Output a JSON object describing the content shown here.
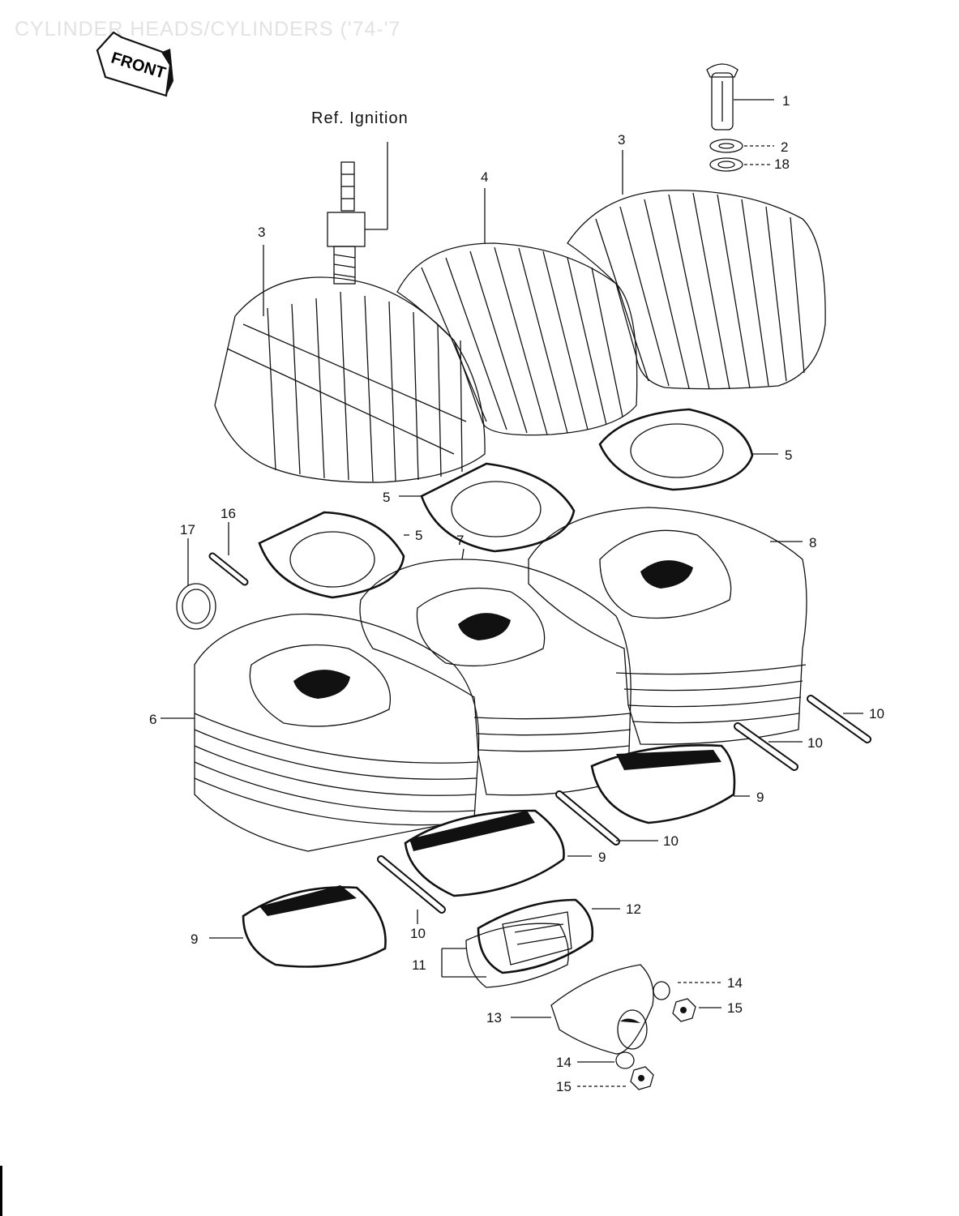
{
  "header": {
    "title": "CYLINDER HEADS/CYLINDERS ('74-'7",
    "front_label": "FRONT",
    "reference_note": "Ref. Ignition"
  },
  "callouts": [
    {
      "id": "c1",
      "text": "1"
    },
    {
      "id": "c2",
      "text": "2"
    },
    {
      "id": "c18",
      "text": "18"
    },
    {
      "id": "c3a",
      "text": "3"
    },
    {
      "id": "c3b",
      "text": "3"
    },
    {
      "id": "c4",
      "text": "4"
    },
    {
      "id": "c5a",
      "text": "5"
    },
    {
      "id": "c5b",
      "text": "5"
    },
    {
      "id": "c5c",
      "text": "5"
    },
    {
      "id": "c16",
      "text": "16"
    },
    {
      "id": "c17",
      "text": "17"
    },
    {
      "id": "c7",
      "text": "7"
    },
    {
      "id": "c8",
      "text": "8"
    },
    {
      "id": "c6",
      "text": "6"
    },
    {
      "id": "c10a",
      "text": "10"
    },
    {
      "id": "c10b",
      "text": "10"
    },
    {
      "id": "c10c",
      "text": "10"
    },
    {
      "id": "c10d",
      "text": "10"
    },
    {
      "id": "c9a",
      "text": "9"
    },
    {
      "id": "c9b",
      "text": "9"
    },
    {
      "id": "c9c",
      "text": "9"
    },
    {
      "id": "c12",
      "text": "12"
    },
    {
      "id": "c11",
      "text": "11"
    },
    {
      "id": "c13",
      "text": "13"
    },
    {
      "id": "c14a",
      "text": "14"
    },
    {
      "id": "c15a",
      "text": "15"
    },
    {
      "id": "c14b",
      "text": "14"
    },
    {
      "id": "c15b",
      "text": "15"
    }
  ]
}
